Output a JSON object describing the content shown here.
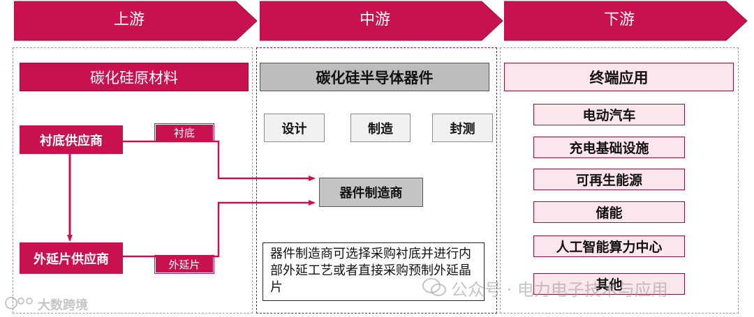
{
  "stages": {
    "upstream": "上游",
    "midstream": "中游",
    "downstream": "下游"
  },
  "upstream": {
    "header": "碳化硅原材料",
    "substrate_supplier": "衬底供应商",
    "epi_supplier": "外延片供应商",
    "substrate_tag": "衬底",
    "epi_tag": "外延片"
  },
  "midstream": {
    "header": "碳化硅半导体器件",
    "steps": [
      "设计",
      "制造",
      "封测"
    ],
    "maker": "器件制造商",
    "note": "器件制造商可选择采购衬底并进行内部外延工艺或者直接采购预制外延晶片"
  },
  "downstream": {
    "header": "终端应用",
    "apps": [
      "电动汽车",
      "充电基础设施",
      "可再生能源",
      "储能",
      "人工智能算力中心",
      "其他"
    ]
  },
  "watermarks": {
    "right": "公众号 · 电力电子技术与应用",
    "left": "大数跨境"
  },
  "colors": {
    "brand": "#c8124f",
    "arrow_fill": "#c8124f",
    "light_pink": "#fbe6ec",
    "grey": "#bdbdbd"
  }
}
